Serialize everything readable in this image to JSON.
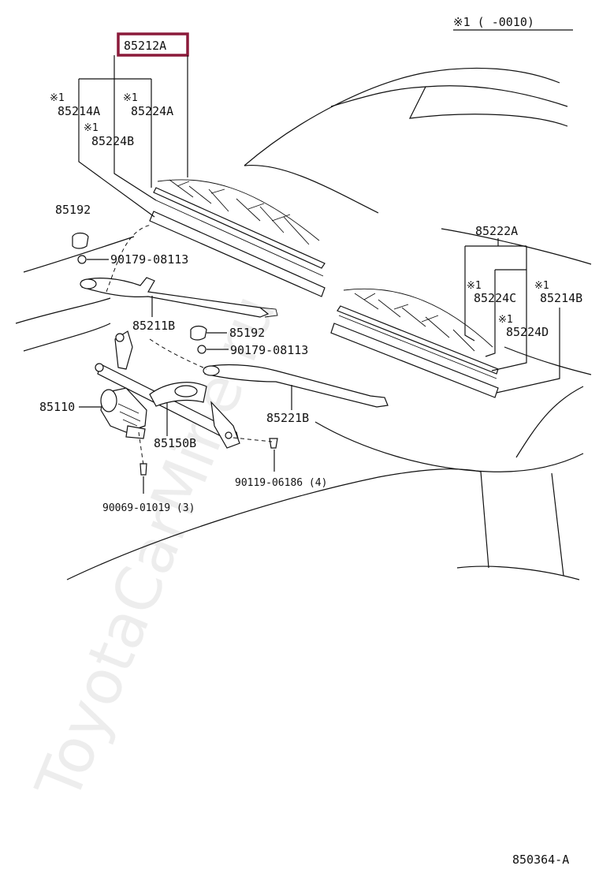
{
  "header": {
    "note": "※1 (    -0010)"
  },
  "highlight_color": "#8b1a3a",
  "watermark": "ToyotaCarMine.ru",
  "labels": {
    "p85212A": "85212A",
    "p85214A": "85214A",
    "p85224A": "85224A",
    "p85224B": "85224B",
    "p85192a": "85192",
    "p90179a": "90179-08113",
    "p85211B": "85211B",
    "p85192b": "85192",
    "p90179b": "90179-08113",
    "p85110": "85110",
    "p85150B": "85150B",
    "p85221B": "85221B",
    "p90119": "90119-06186 (4)",
    "p90069": "90069-01019 (3)",
    "p85222A": "85222A",
    "p85224C": "85224C",
    "p85214B": "85214B",
    "p85224D": "85224D",
    "mark": "※1"
  },
  "footer": {
    "code": "850364-A"
  }
}
